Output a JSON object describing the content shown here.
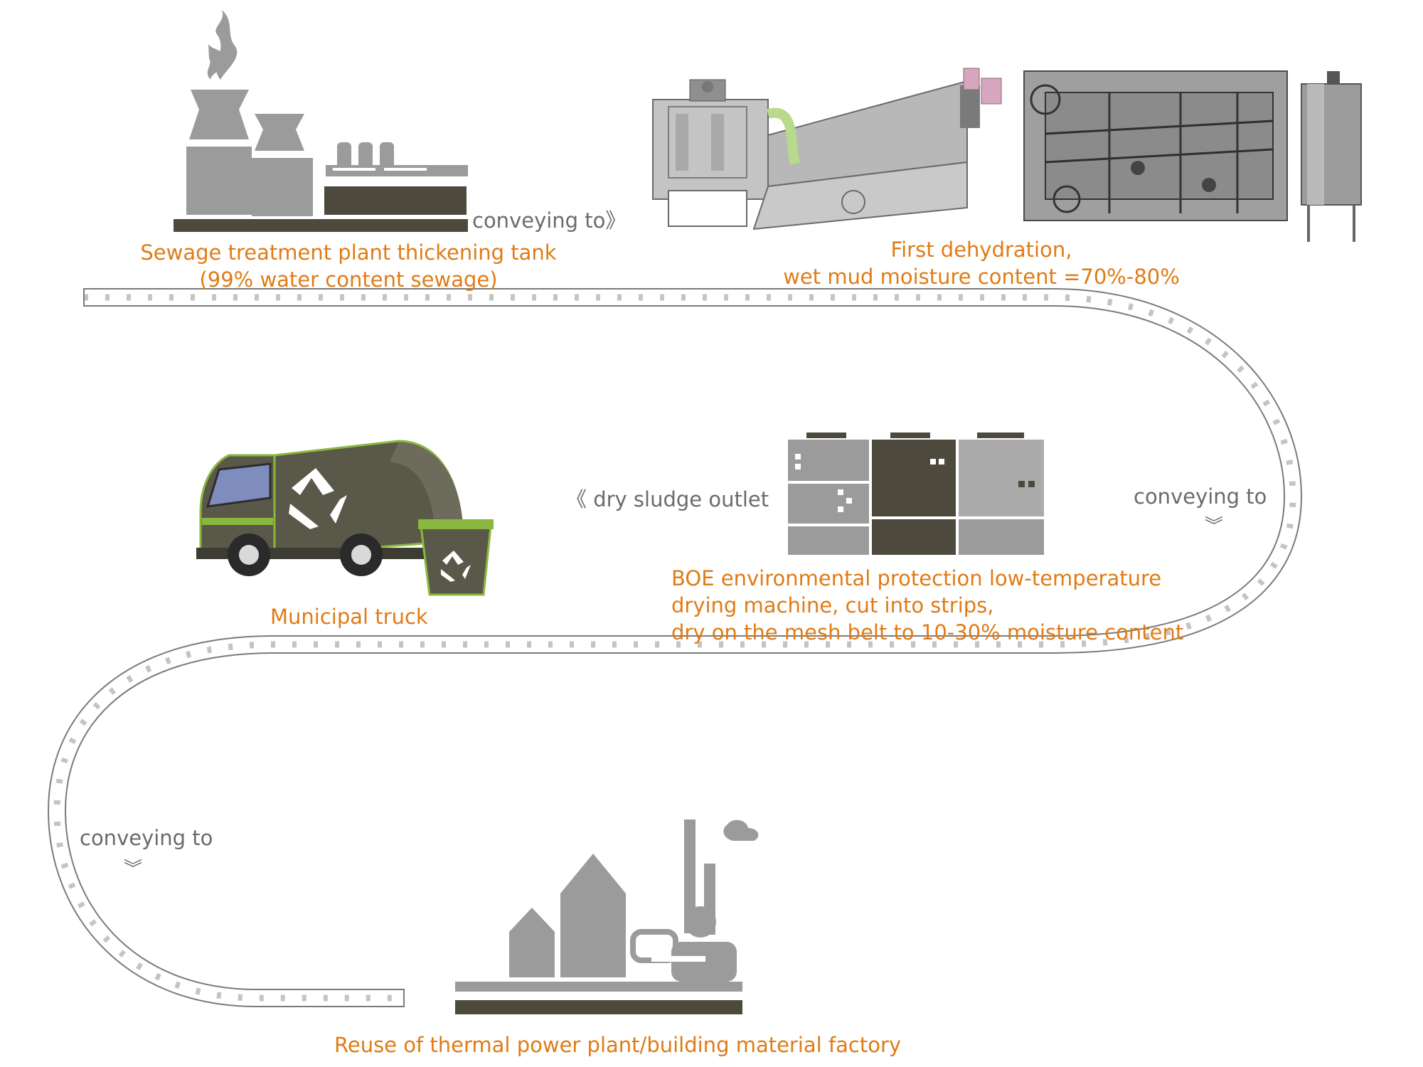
{
  "colors": {
    "orange": "#E07B15",
    "label_gray": "#6b6b6b",
    "dark": "#4d4a3d",
    "mid_gray": "#9b9b9b",
    "light_gray": "#ababab",
    "belt_chevron": "#bcbcbc"
  },
  "steps": {
    "thickening_tank": {
      "icon": "sewage-plant-icon",
      "line1": "Sewage treatment plant thickening tank",
      "line2": "(99% water content sewage)"
    },
    "dehydration": {
      "icon": "dewatering-machines-icon",
      "line1": "First dehydration,",
      "line2": "wet mud moisture content =70%-80%"
    },
    "dryer": {
      "icon": "drying-machine-icon",
      "line1": "BOE environmental protection low-temperature",
      "line2": "drying machine, cut into strips,",
      "line3": "dry on the mesh belt to 10-30% moisture content"
    },
    "truck": {
      "icon": "garbage-truck-icon",
      "label": "Municipal truck"
    },
    "reuse": {
      "icon": "factory-icon",
      "label": "Reuse of thermal power plant/building material factory"
    }
  },
  "connectors": {
    "c1": "conveying to》",
    "c2": "conveying to",
    "c2_arrow": "︾",
    "outlet": "《 dry sludge outlet",
    "c3": "conveying to",
    "c3_arrow": "︾"
  }
}
